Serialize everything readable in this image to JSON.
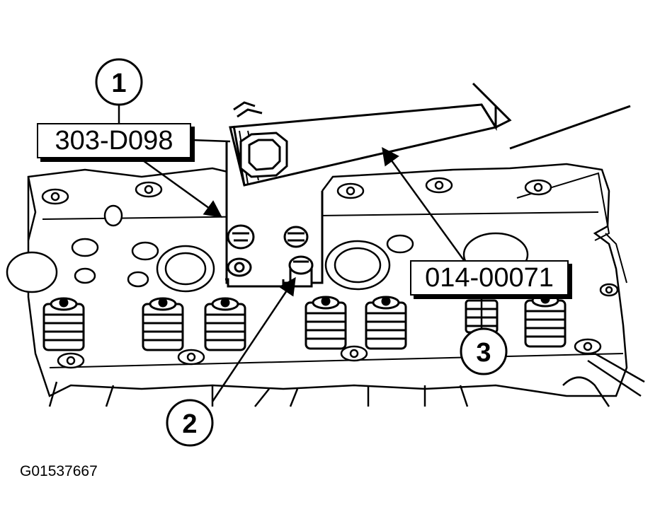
{
  "callouts": {
    "c1": "1",
    "c2": "2",
    "c3": "3"
  },
  "tools": {
    "bracket_tool": "303-D098",
    "lifting_tool": "014-00071"
  },
  "figure_id": "G01537667"
}
